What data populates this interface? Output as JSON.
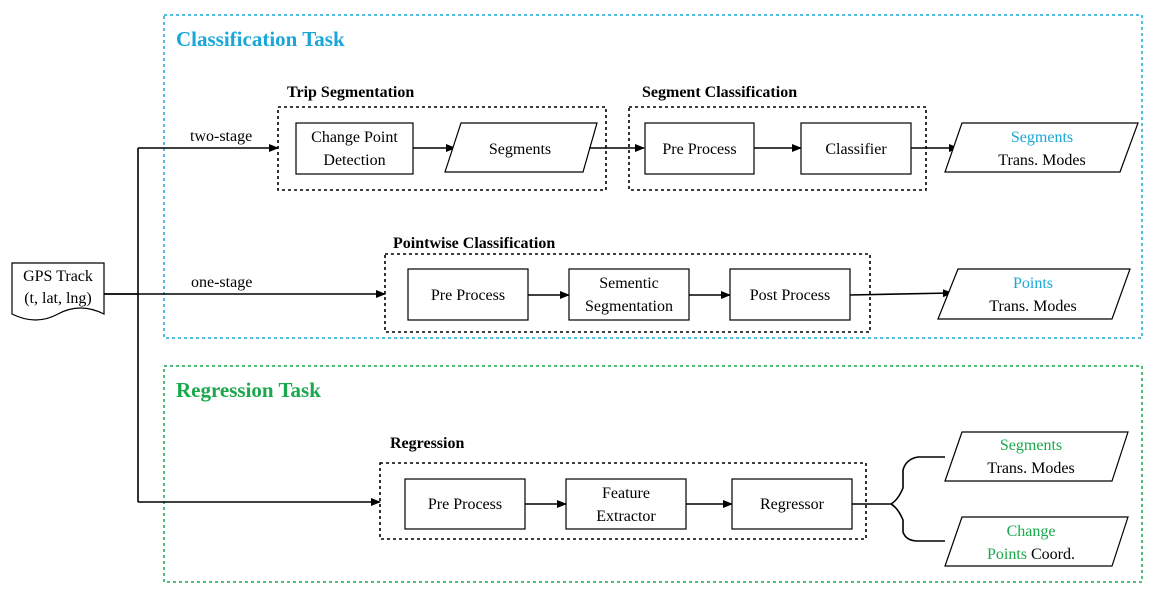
{
  "colors": {
    "classification": "#1aa7d8",
    "regression": "#1aa84c",
    "line": "#000000"
  },
  "input": {
    "line1": "GPS Track",
    "line2": "(t, lat, lng)"
  },
  "classification": {
    "title": "Classification Task",
    "two_stage_label": "two-stage",
    "one_stage_label": "one-stage",
    "trip_segmentation": {
      "title": "Trip Segmentation",
      "change_point": [
        "Change Point",
        "Detection"
      ],
      "segments": "Segments"
    },
    "segment_classification": {
      "title": "Segment Classification",
      "pre_process": "Pre Process",
      "classifier": "Classifier"
    },
    "output_segments": {
      "line1": "Segments",
      "line2": "Trans. Modes"
    },
    "pointwise": {
      "title": "Pointwise Classification",
      "pre_process": "Pre Process",
      "semantic": [
        "Sementic",
        "Segmentation"
      ],
      "post_process": "Post Process"
    },
    "output_points": {
      "line1": "Points",
      "line2": "Trans. Modes"
    }
  },
  "regression": {
    "title": "Regression Task",
    "group_title": "Regression",
    "pre_process": "Pre Process",
    "feature": [
      "Feature",
      "Extractor"
    ],
    "regressor": "Regressor",
    "output_segments": {
      "line1": "Segments",
      "line2": "Trans. Modes"
    },
    "output_change": {
      "line1": "Change",
      "line2a": "Points",
      "line2b": " Coord."
    }
  }
}
